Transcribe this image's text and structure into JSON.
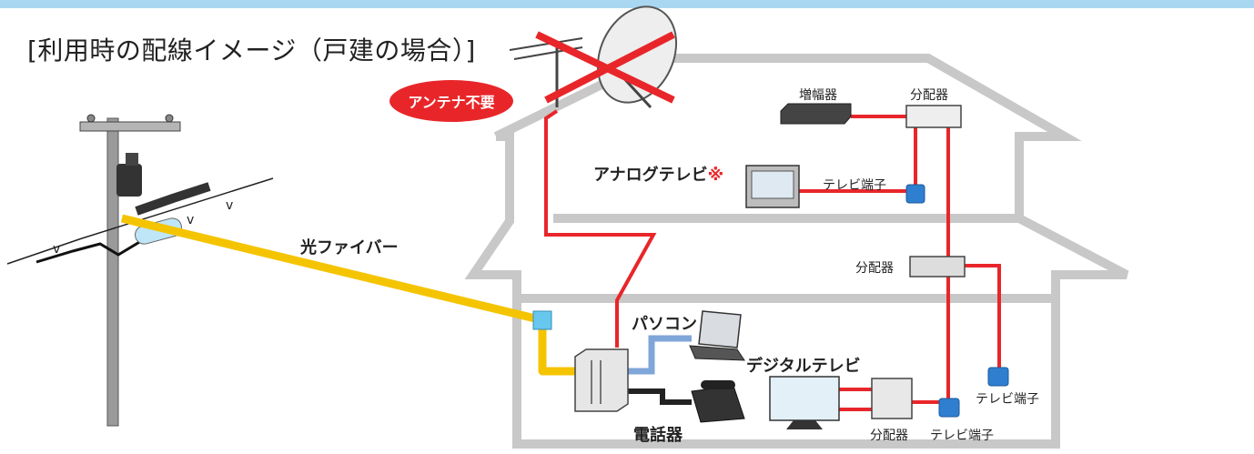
{
  "title": "[利用時の配線イメージ（戸建の場合）]",
  "labels": {
    "antenna_not_needed": "アンテナ不要",
    "amplifier": "増幅器",
    "splitter_top": "分配器",
    "splitter_mid": "分配器",
    "splitter_bottom": "分配器",
    "analog_tv": "アナログテレビ",
    "analog_tv_mark": "※",
    "tv_outlet_upper": "テレビ端子",
    "tv_outlet_right": "テレビ端子",
    "tv_outlet_bottom": "テレビ端子",
    "optical_fiber": "光ファイバー",
    "pc": "パソコン",
    "digital_tv": "デジタルテレビ",
    "phone": "電話器"
  },
  "colors": {
    "fiber": "#f5c400",
    "coax": "#e8262a",
    "lan": "#7fa6d8",
    "phone_line": "#222222",
    "house_outline": "#c8c8c8",
    "outlet": "#2f7fd0",
    "top_bar": "#a9d7f2"
  }
}
